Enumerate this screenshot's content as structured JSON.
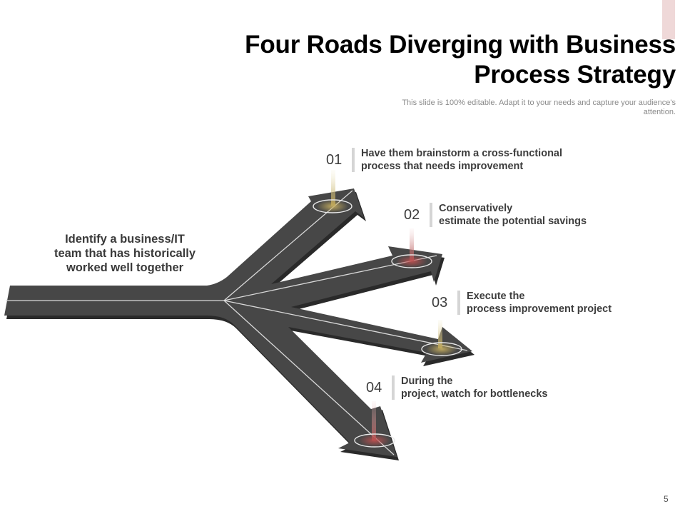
{
  "slide": {
    "title": "Four Roads Diverging with Business Process Strategy",
    "title_lines": [
      "Four Roads Diverging with Business",
      "Process Strategy"
    ],
    "subtitle": "This slide is 100% editable. Adapt it to your needs and capture your audience's attention.",
    "page_number": "5",
    "accent_color": "#efd8d8"
  },
  "diagram": {
    "start": {
      "lines": [
        "Identify a business/IT",
        "team that has historically",
        "worked well together"
      ]
    },
    "road_color": "#474747",
    "road_edge_color": "#2a2a2a",
    "lane_line_color": "#d9d9d9",
    "steps": [
      {
        "number": "01",
        "lines": [
          "Have them brainstorm a cross-functional",
          "process that needs improvement"
        ],
        "marker_color": "#a89a5a",
        "marker_icon": "location-marker-icon"
      },
      {
        "number": "02",
        "lines": [
          "Conservatively",
          "estimate the potential savings"
        ],
        "marker_color": "#c06a6a",
        "marker_icon": "location-marker-icon"
      },
      {
        "number": "03",
        "lines": [
          "Execute the",
          "process improvement project"
        ],
        "marker_color": "#9a8a40",
        "marker_icon": "location-marker-icon"
      },
      {
        "number": "04",
        "lines": [
          "During the",
          "project, watch for bottlenecks"
        ],
        "marker_color": "#9a4a3a",
        "marker_icon": "location-marker-icon"
      }
    ]
  }
}
